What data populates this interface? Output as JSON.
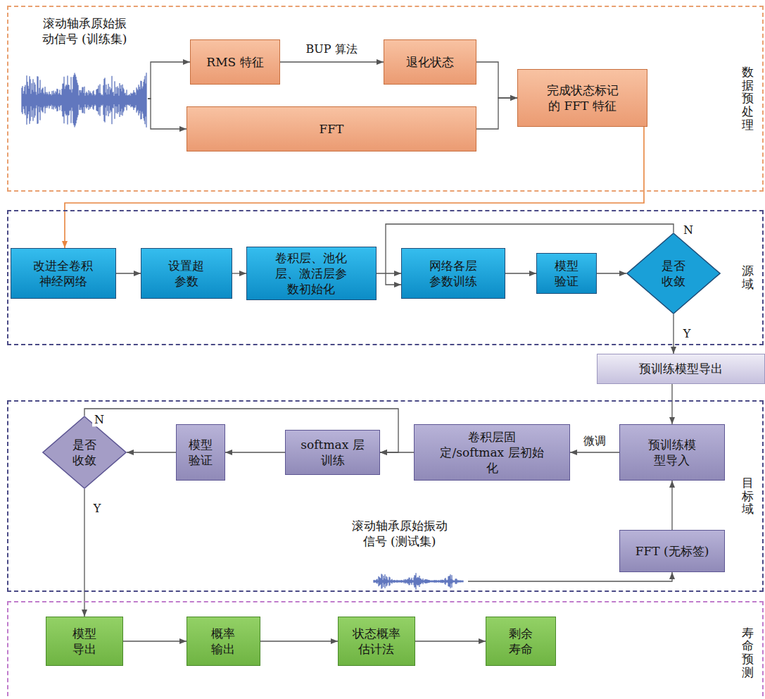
{
  "diagram": {
    "nodes": [
      {
        "text": [
          "数据预处理"
        ]
      },
      {
        "text": [
          "滚动轴承原始振动信号 (训练集)"
        ],
        "in": 0
      },
      {
        "text": [
          "RMS 特征"
        ],
        "in": 0
      },
      {
        "text": [
          "退化状态"
        ],
        "in": 0
      },
      {
        "text": [
          "FFT"
        ],
        "in": 0
      },
      {
        "text": [
          "完成状态标记的 FFT 特征"
        ],
        "in": 0
      },
      {
        "text": [
          "源域"
        ]
      },
      {
        "text": [
          "改进全卷积神经网络"
        ],
        "in": 6
      },
      {
        "text": [
          "设置超参数"
        ],
        "in": 6
      },
      {
        "text": [
          "卷积层、池化层、激活层参数初始化"
        ],
        "in": 6
      },
      {
        "text": [
          "网络各层参数训练"
        ],
        "in": 6
      },
      {
        "text": [
          "模型验证"
        ],
        "in": 6
      },
      {
        "text": [
          "是否收敛"
        ],
        "in": 6
      },
      {
        "text": [
          "预训练模型导出"
        ]
      },
      {
        "text": [
          "目标域"
        ]
      },
      {
        "text": [
          "是否收敛"
        ],
        "in": 14
      },
      {
        "text": [
          "模型验证"
        ],
        "in": 14
      },
      {
        "text": [
          "softmax 层训练"
        ],
        "in": 14
      },
      {
        "text": [
          "卷积层固定/softmax 层初始化"
        ],
        "in": 14
      },
      {
        "text": [
          "预训练模型导入"
        ],
        "in": 14
      },
      {
        "text": [
          "FFT (无标签)"
        ],
        "in": 14
      },
      {
        "text": [
          "滚动轴承原始振动信号 (测试集)"
        ],
        "in": 14
      },
      {
        "text": [
          "寿命预测"
        ]
      },
      {
        "text": [
          "模型导出"
        ],
        "in": 22
      },
      {
        "text": [
          "概率输出"
        ],
        "in": 22
      },
      {
        "text": [
          "状态概率估计法"
        ],
        "in": 22
      },
      {
        "text": [
          "剩余寿命"
        ],
        "in": 22
      }
    ],
    "edges": [
      {
        "from": 1,
        "to": 2,
        "arrow": "to"
      },
      {
        "from": 1,
        "to": 4,
        "arrow": "to"
      },
      {
        "from": 2,
        "to": 3,
        "label": "BUP 算法",
        "arrow": "to"
      },
      {
        "from": 3,
        "to": 5,
        "arrow": "to"
      },
      {
        "from": 4,
        "to": 5,
        "arrow": "to"
      },
      {
        "from": 5,
        "to": 7,
        "arrow": "to"
      },
      {
        "from": 7,
        "to": 8,
        "arrow": "to"
      },
      {
        "from": 8,
        "to": 9,
        "arrow": "to"
      },
      {
        "from": 9,
        "to": 10,
        "arrow": "to"
      },
      {
        "from": 10,
        "to": 11,
        "arrow": "to"
      },
      {
        "from": 11,
        "to": 12,
        "arrow": "to"
      },
      {
        "from": 12,
        "to": 10,
        "label": "N",
        "arrow": "to"
      },
      {
        "from": 12,
        "to": 13,
        "label": "Y",
        "arrow": "to"
      },
      {
        "from": 13,
        "to": 19,
        "arrow": "to"
      },
      {
        "from": 19,
        "to": 18,
        "label": "微调",
        "arrow": "to"
      },
      {
        "from": 18,
        "to": 17,
        "arrow": "to"
      },
      {
        "from": 17,
        "to": 16,
        "arrow": "to"
      },
      {
        "from": 16,
        "to": 15,
        "arrow": "to"
      },
      {
        "from": 15,
        "to": 17,
        "label": "N",
        "arrow": "to"
      },
      {
        "from": 15,
        "to": 23,
        "label": "Y",
        "arrow": "to"
      },
      {
        "from": 20,
        "to": 19,
        "arrow": "to"
      },
      {
        "from": 21,
        "to": 20,
        "arrow": "to"
      },
      {
        "from": 23,
        "to": 24,
        "arrow": "to"
      },
      {
        "from": 24,
        "to": 25,
        "arrow": "to"
      },
      {
        "from": 25,
        "to": 26,
        "arrow": "to"
      }
    ]
  }
}
